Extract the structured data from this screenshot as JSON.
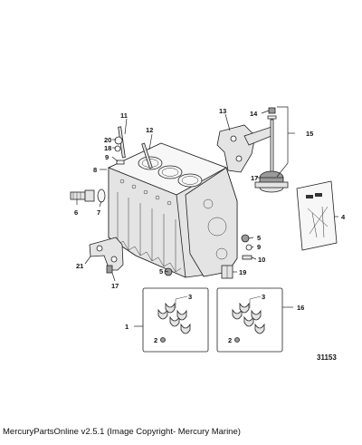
{
  "diagram": {
    "figure_number": "31153",
    "callouts": [
      "1",
      "2",
      "3",
      "4",
      "5",
      "6",
      "7",
      "8",
      "9",
      "10",
      "11",
      "12",
      "13",
      "14",
      "15",
      "16",
      "17",
      "18",
      "19",
      "20",
      "21"
    ]
  },
  "footer": {
    "text": "MercuryPartsOnline v2.5.1 (Image Copyright- Mercury Marine)"
  }
}
